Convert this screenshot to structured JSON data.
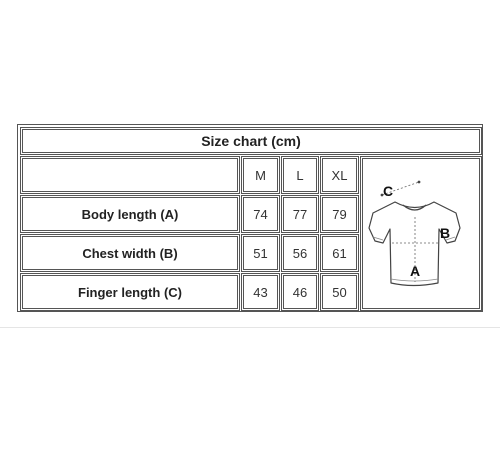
{
  "title": "Size chart (cm)",
  "sizes": [
    "M",
    "L",
    "XL"
  ],
  "rows": [
    {
      "label": "Body length (A)",
      "values": [
        "74",
        "77",
        "79"
      ]
    },
    {
      "label": "Chest width (B)",
      "values": [
        "51",
        "56",
        "61"
      ]
    },
    {
      "label": "Finger length (C)",
      "values": [
        "43",
        "46",
        "50"
      ]
    }
  ],
  "diagram": {
    "label_a": "A",
    "label_b": "B",
    "label_c": "C",
    "icon": "tshirt-icon"
  },
  "colors": {
    "border": "#555555",
    "text": "#333333",
    "background": "#ffffff"
  }
}
